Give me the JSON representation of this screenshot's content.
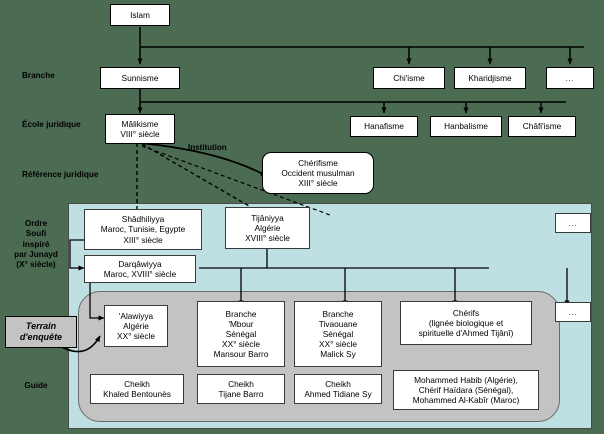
{
  "diagram": {
    "title_node": "Islam",
    "row_labels": {
      "branche": "Branche",
      "ecole": "École juridique",
      "reference": "Référence juridique",
      "ordre": "Ordre\nSoufi\ninspiré\npar Junayd\n(X° siècle)",
      "terrain": "Terrain\nd'enquête",
      "guide": "Guide"
    },
    "edge_labels": {
      "institution": "Institution"
    },
    "branches": [
      {
        "label": "Sunnisme"
      },
      {
        "label": "Chi'isme"
      },
      {
        "label": "Kharidjisme"
      },
      {
        "label": "…"
      }
    ],
    "schools": [
      {
        "label": "Mâlikisme\nVIII° siècle"
      },
      {
        "label": "Hanafisme"
      },
      {
        "label": "Hanbalisme"
      },
      {
        "label": "Châfi'isme"
      }
    ],
    "reference": {
      "label": "Chérifisme\nOccident musulman\nXIII° siècle"
    },
    "orders": [
      {
        "label": "Shâdhiliyya\nMaroc, Tunisie, Egypte\nXIII° siècle"
      },
      {
        "label": "Tijâniyya\nAlgérie\nXVIII° siècle"
      },
      {
        "label": "Darqâwiyya\nMaroc, XVIII° siècle"
      },
      {
        "label": "…"
      }
    ],
    "sub_orders": [
      {
        "label": "'Alawiyya\nAlgérie\nXX° siècle"
      },
      {
        "label": "Branche\n'Mbour\nSénégal\nXX° siècle\nMansour Barro"
      },
      {
        "label": "Branche\nTivaouane\nSénégal\nXX° siècle\nMalick Sy"
      },
      {
        "label": "Chérifs\n(lignée biologique et\nspirituelle d'Ahmed Tijânî)"
      },
      {
        "label": "…"
      }
    ],
    "guides": [
      {
        "label": "Cheikh\nKhaled Bentounès"
      },
      {
        "label": "Cheikh\nTijane Barro"
      },
      {
        "label": "Cheikh\nAhmed Tidiane Sy"
      },
      {
        "label": "Mohammed Habib (Algérie),\nChérif Haïdara (Sénégal),\nMohammed Al-Kabîr (Maroc)"
      }
    ],
    "colors": {
      "background": "#4b6b52",
      "panel_blue": "#bfe0e3",
      "panel_gray": "#c3c3c3",
      "node_fill": "#ffffff",
      "line": "#000000"
    }
  }
}
